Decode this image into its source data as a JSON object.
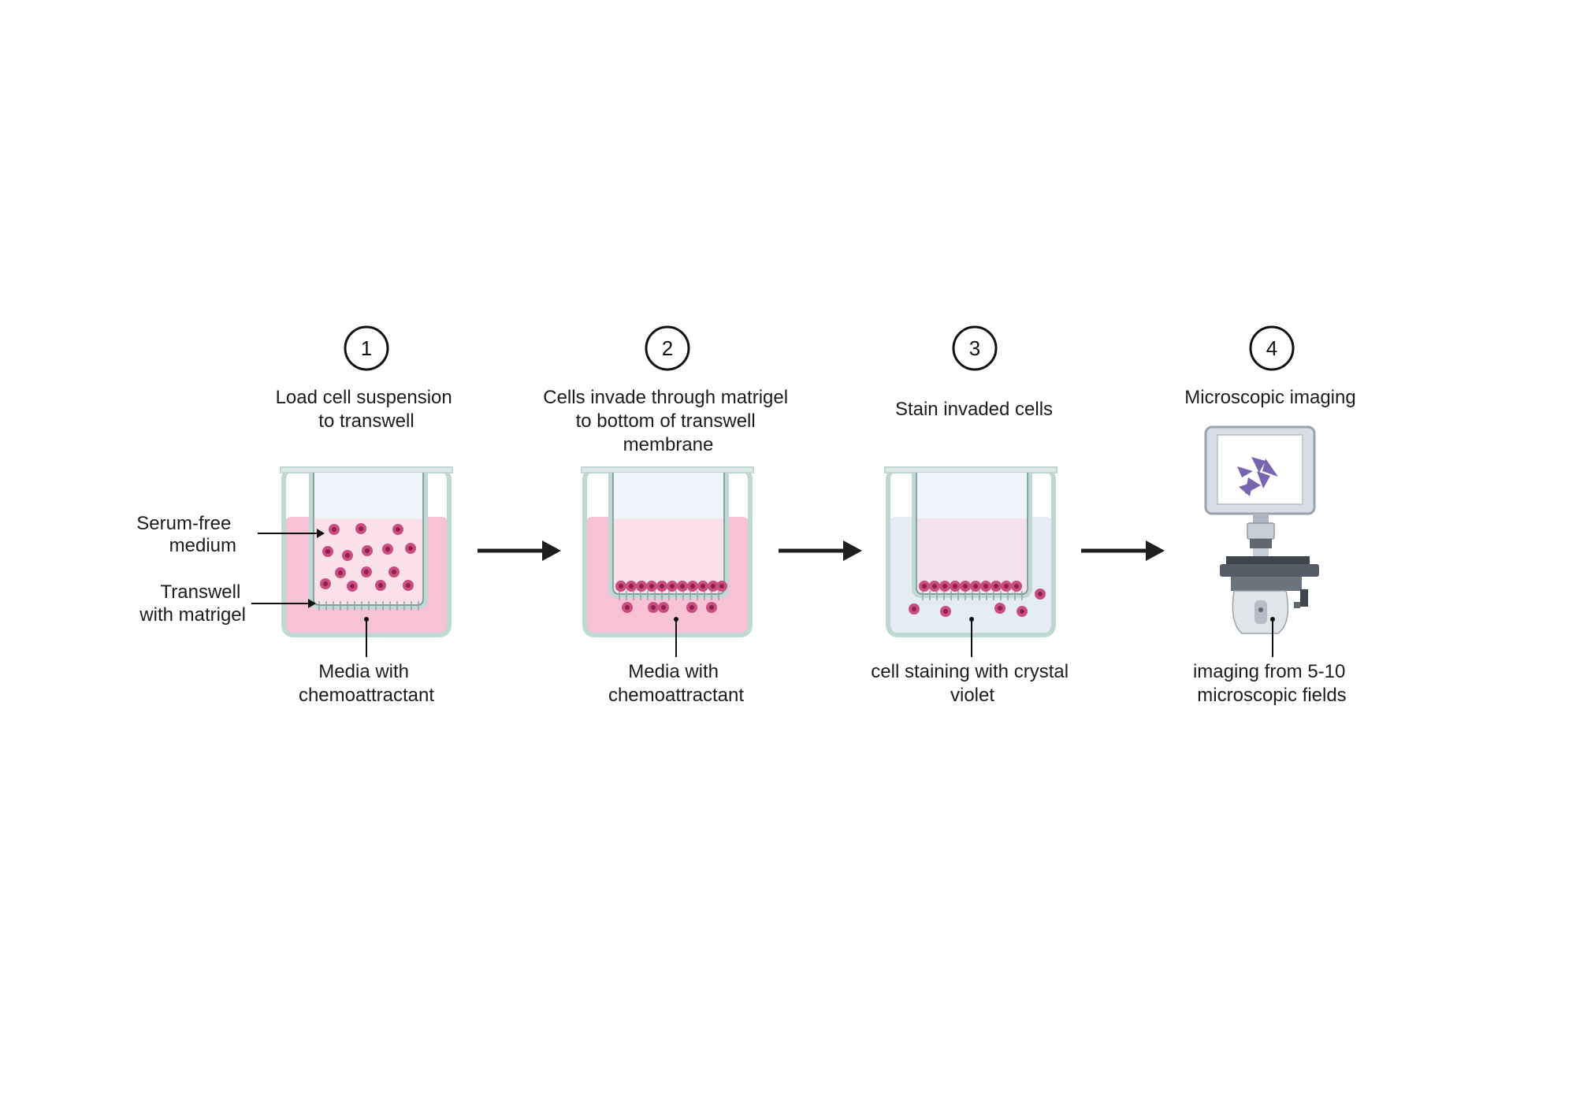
{
  "steps": [
    {
      "number": "1",
      "title_lines": [
        "Load cell suspension",
        "to transwell"
      ],
      "bottom_lines": [
        "Media with",
        "chemoattractant"
      ]
    },
    {
      "number": "2",
      "title_lines": [
        "Cells invade through matrigel",
        "to bottom of transwell",
        "membrane"
      ],
      "bottom_lines": [
        "Media with",
        "chemoattractant"
      ]
    },
    {
      "number": "3",
      "title_lines": [
        "Stain invaded cells"
      ],
      "bottom_lines": [
        "cell staining with crystal",
        "violet"
      ]
    },
    {
      "number": "4",
      "title_lines": [
        "Microscopic imaging"
      ],
      "bottom_lines": [
        "imaging from 5-10",
        "microscopic fields"
      ]
    }
  ],
  "side_labels": {
    "serum_free": [
      "Serum-free",
      "medium"
    ],
    "transwell": [
      "Transwell",
      "with matrigel"
    ]
  },
  "colors": {
    "media_pink": "#f7c2d6",
    "insert_pink": "#fbe2ea",
    "stain_blue": "#e3edf3",
    "well_border": "#bfd8d4",
    "well_fill": "#e8f1f0",
    "cell": "#c94d7e",
    "cell_nucleus": "#8c1f4e",
    "arrow": "#1e1e1e",
    "cell_image": "#6a55a8"
  }
}
